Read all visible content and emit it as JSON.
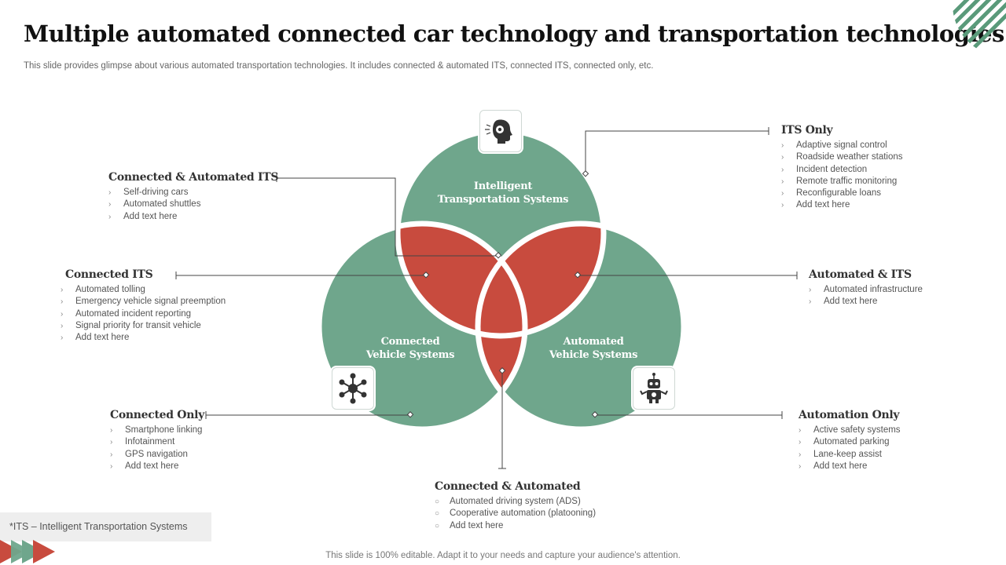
{
  "header": {
    "title": "Multiple automated connected car technology and transportation technologies",
    "subtitle": "This slide provides glimpse about various automated transportation technologies. It includes connected & automated ITS, connected ITS, connected only, etc."
  },
  "colors": {
    "green": "#6fa68c",
    "red": "#c84b3e",
    "accent_stripes": "#5a9a7a"
  },
  "circles": {
    "top": {
      "line1": "Intelligent",
      "line2": "Transportation Systems"
    },
    "left": {
      "line1": "Connected",
      "line2": "Vehicle Systems"
    },
    "right": {
      "line1": "Automated",
      "line2": "Vehicle Systems"
    }
  },
  "icons": {
    "top": "head-with-gears-icon",
    "left": "network-hub-icon",
    "right": "robot-icon"
  },
  "blocks": {
    "its_only": {
      "title": "ITS Only",
      "items": [
        "Adaptive signal control",
        "Roadside weather stations",
        "Incident detection",
        "Remote traffic monitoring",
        "Reconfigurable loans",
        "Add text here"
      ]
    },
    "connected_automated_its": {
      "title": "Connected & Automated ITS",
      "items": [
        "Self-driving cars",
        "Automated shuttles",
        "Add text here"
      ]
    },
    "connected_its": {
      "title": "Connected ITS",
      "items": [
        "Automated tolling",
        "Emergency vehicle signal preemption",
        "Automated incident reporting",
        "Signal priority for transit vehicle",
        "Add text here"
      ]
    },
    "automated_its": {
      "title": "Automated & ITS",
      "items": [
        "Automated infrastructure",
        "Add text here"
      ]
    },
    "connected_only": {
      "title": "Connected Only",
      "items": [
        "Smartphone linking",
        "Infotainment",
        "GPS navigation",
        "Add text here"
      ]
    },
    "automation_only": {
      "title": "Automation Only",
      "items": [
        "Active  safety systems",
        "Automated parking",
        "Lane-keep assist",
        "Add text here"
      ]
    },
    "connected_automated": {
      "title": "Connected & Automated",
      "items": [
        "Automated driving system (ADS)",
        "Cooperative automation (platooning)",
        "Add text here"
      ]
    }
  },
  "bullets": {
    "arrow": "›",
    "circle": "○"
  },
  "footnote": "*ITS – Intelligent  Transportation  Systems",
  "footer": "This slide is 100% editable. Adapt it to your needs and capture your audience's attention."
}
